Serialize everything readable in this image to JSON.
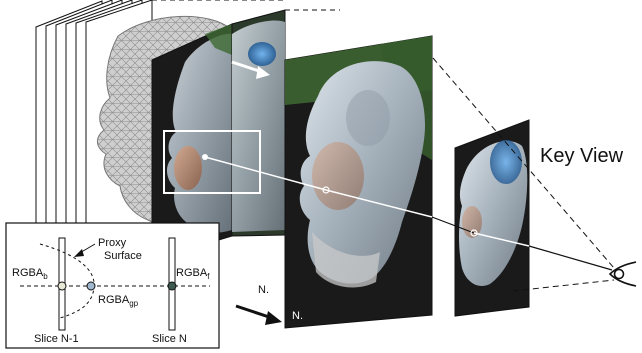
{
  "labels": {
    "key_view": "Key View",
    "n_front": "N.",
    "n_side": "N."
  },
  "inset": {
    "proxy_label_line1": "Proxy",
    "proxy_label_line2": "Surface",
    "rgba_b_main": "RGBA",
    "rgba_b_sub": "b",
    "rgba_f_main": "RGBA",
    "rgba_f_sub": "f",
    "rgba_gp_main": "RGBA",
    "rgba_gp_sub": "gp",
    "slice_left": "Slice N-1",
    "slice_right": "Slice N"
  },
  "colors": {
    "slice_dark": "#1a1a1a",
    "slice_green": "#3f6a33",
    "skull_silver": "#b8c2cc",
    "skull_skin": "#c9957a",
    "highlight_blue": "#4a8fd0",
    "mesh_gray": "#c8c8c8",
    "outline": "#111111",
    "sample_blue": "#9fb8cf",
    "sample_dark": "#3c5a50"
  }
}
